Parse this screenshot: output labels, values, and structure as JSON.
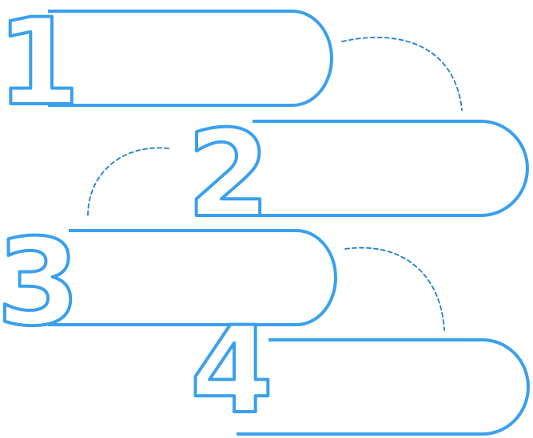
{
  "theme": {
    "accent": "#3aa0ee",
    "connector": "#1f7fd0",
    "background": "#ffffff"
  },
  "steps": [
    {
      "number": "1",
      "text": ""
    },
    {
      "number": "2",
      "text": ""
    },
    {
      "number": "3",
      "text": ""
    },
    {
      "number": "4",
      "text": ""
    }
  ]
}
